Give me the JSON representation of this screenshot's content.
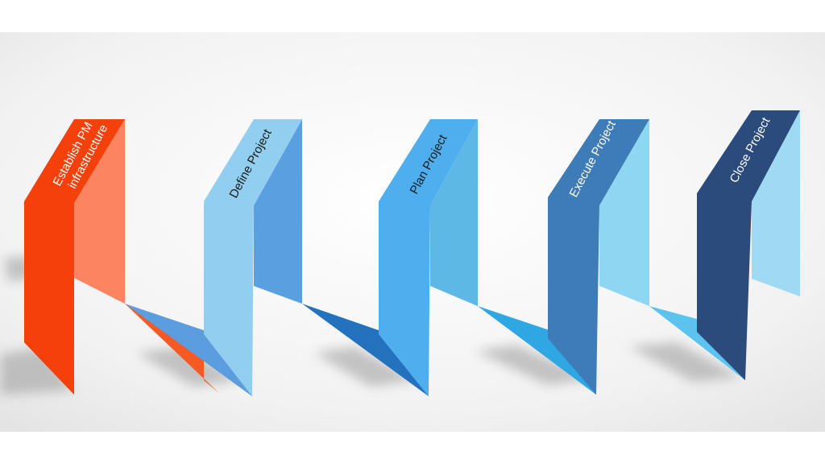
{
  "stages": [
    {
      "id": "stage-establish-pm",
      "lines": [
        "Establish PM",
        "infrastructure"
      ],
      "colors": {
        "front": "#F4400A",
        "side": "#FC8460",
        "fold": "#F55A24"
      },
      "text_color": "#ffffff"
    },
    {
      "id": "stage-define-project",
      "lines": [
        "Define Project"
      ],
      "colors": {
        "front": "#92CEEF",
        "side": "#5A9FE0",
        "fold": "#5B9DDE"
      },
      "text_color": "#1a1a1a"
    },
    {
      "id": "stage-plan-project",
      "lines": [
        "Plan Project"
      ],
      "colors": {
        "front": "#4FAEEE",
        "side": "#5DB8E5",
        "fold": "#2472BD"
      },
      "text_color": "#1a1a1a"
    },
    {
      "id": "stage-execute-project",
      "lines": [
        "Execute Project"
      ],
      "colors": {
        "front": "#3E7CB7",
        "side": "#8FD6F2",
        "fold": "#2FA7E3"
      },
      "text_color": "#ffffff"
    },
    {
      "id": "stage-close-project",
      "lines": [
        "Close Project"
      ],
      "colors": {
        "front": "#2A4B7C",
        "side": "#9EDAF3",
        "fold": "#5CC2EE"
      },
      "text_color": "#ffffff"
    }
  ],
  "background": {
    "top": "#f0f0f0",
    "center": "#ffffff",
    "edge": "#e6e6e6"
  }
}
